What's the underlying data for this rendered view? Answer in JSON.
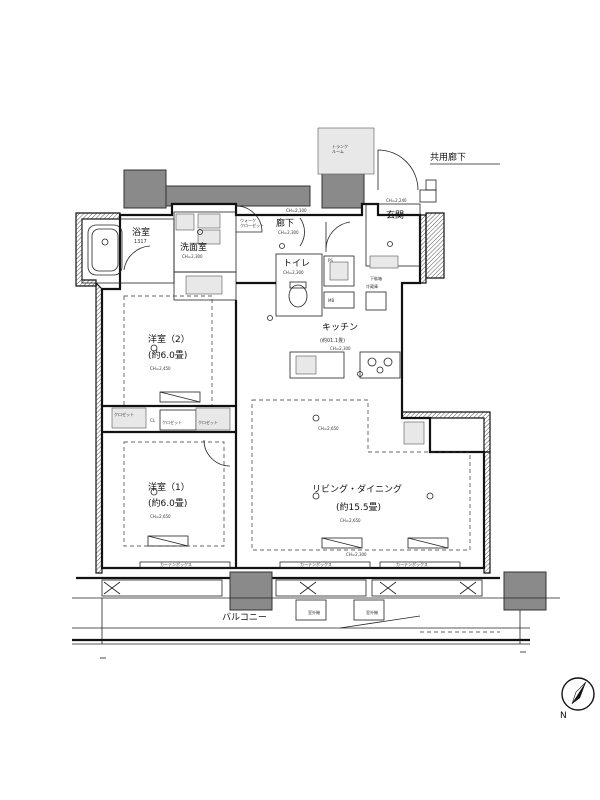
{
  "labels": {
    "bath": "浴室",
    "bath_size": "1317",
    "wash": "洗面室",
    "wash_ch": "CH=2,300",
    "hall": "廊下",
    "hall_ch": "CH=2,300",
    "top_ch": "CH=2,100",
    "wic": "ウォーク\nクローゼット",
    "toilet": "トイレ",
    "toilet_ch": "CH=2,300",
    "entrance": "玄関",
    "entrance_ch": "CH=2,240",
    "common_corridor": "共用廊下",
    "trunk_room": "トランク\nルーム",
    "shoe": "下駄箱",
    "kitchen": "キッチン",
    "kitchen_size": "(約01.1畳)",
    "kitchen_ch": "CH=2,300",
    "fridge": "冷蔵庫",
    "western2": "洋室（2）",
    "western2_size": "(約6.0畳)",
    "western2_ch": "CH=2,450",
    "western1": "洋室（1）",
    "western1_size": "(約6.0畳)",
    "western1_ch": "CH=2,650",
    "closet": "クロゼット",
    "living": "リビング・ダイニング",
    "living_size": "(約15.5畳)",
    "living_ch": "CH=2,650",
    "living_ch2": "CH=2,650",
    "living_ch3": "CH=2,300",
    "curtain_box": "カーテンボックス",
    "balcony": "バルコニー",
    "outdoor_unit": "室外機",
    "ps": "PS",
    "cl": "CL",
    "mb": "MB",
    "ch_a": "CH=2,100",
    "ch_b": "CH=2,300"
  },
  "compass": {
    "label": "N",
    "icon": "compass-icon"
  }
}
